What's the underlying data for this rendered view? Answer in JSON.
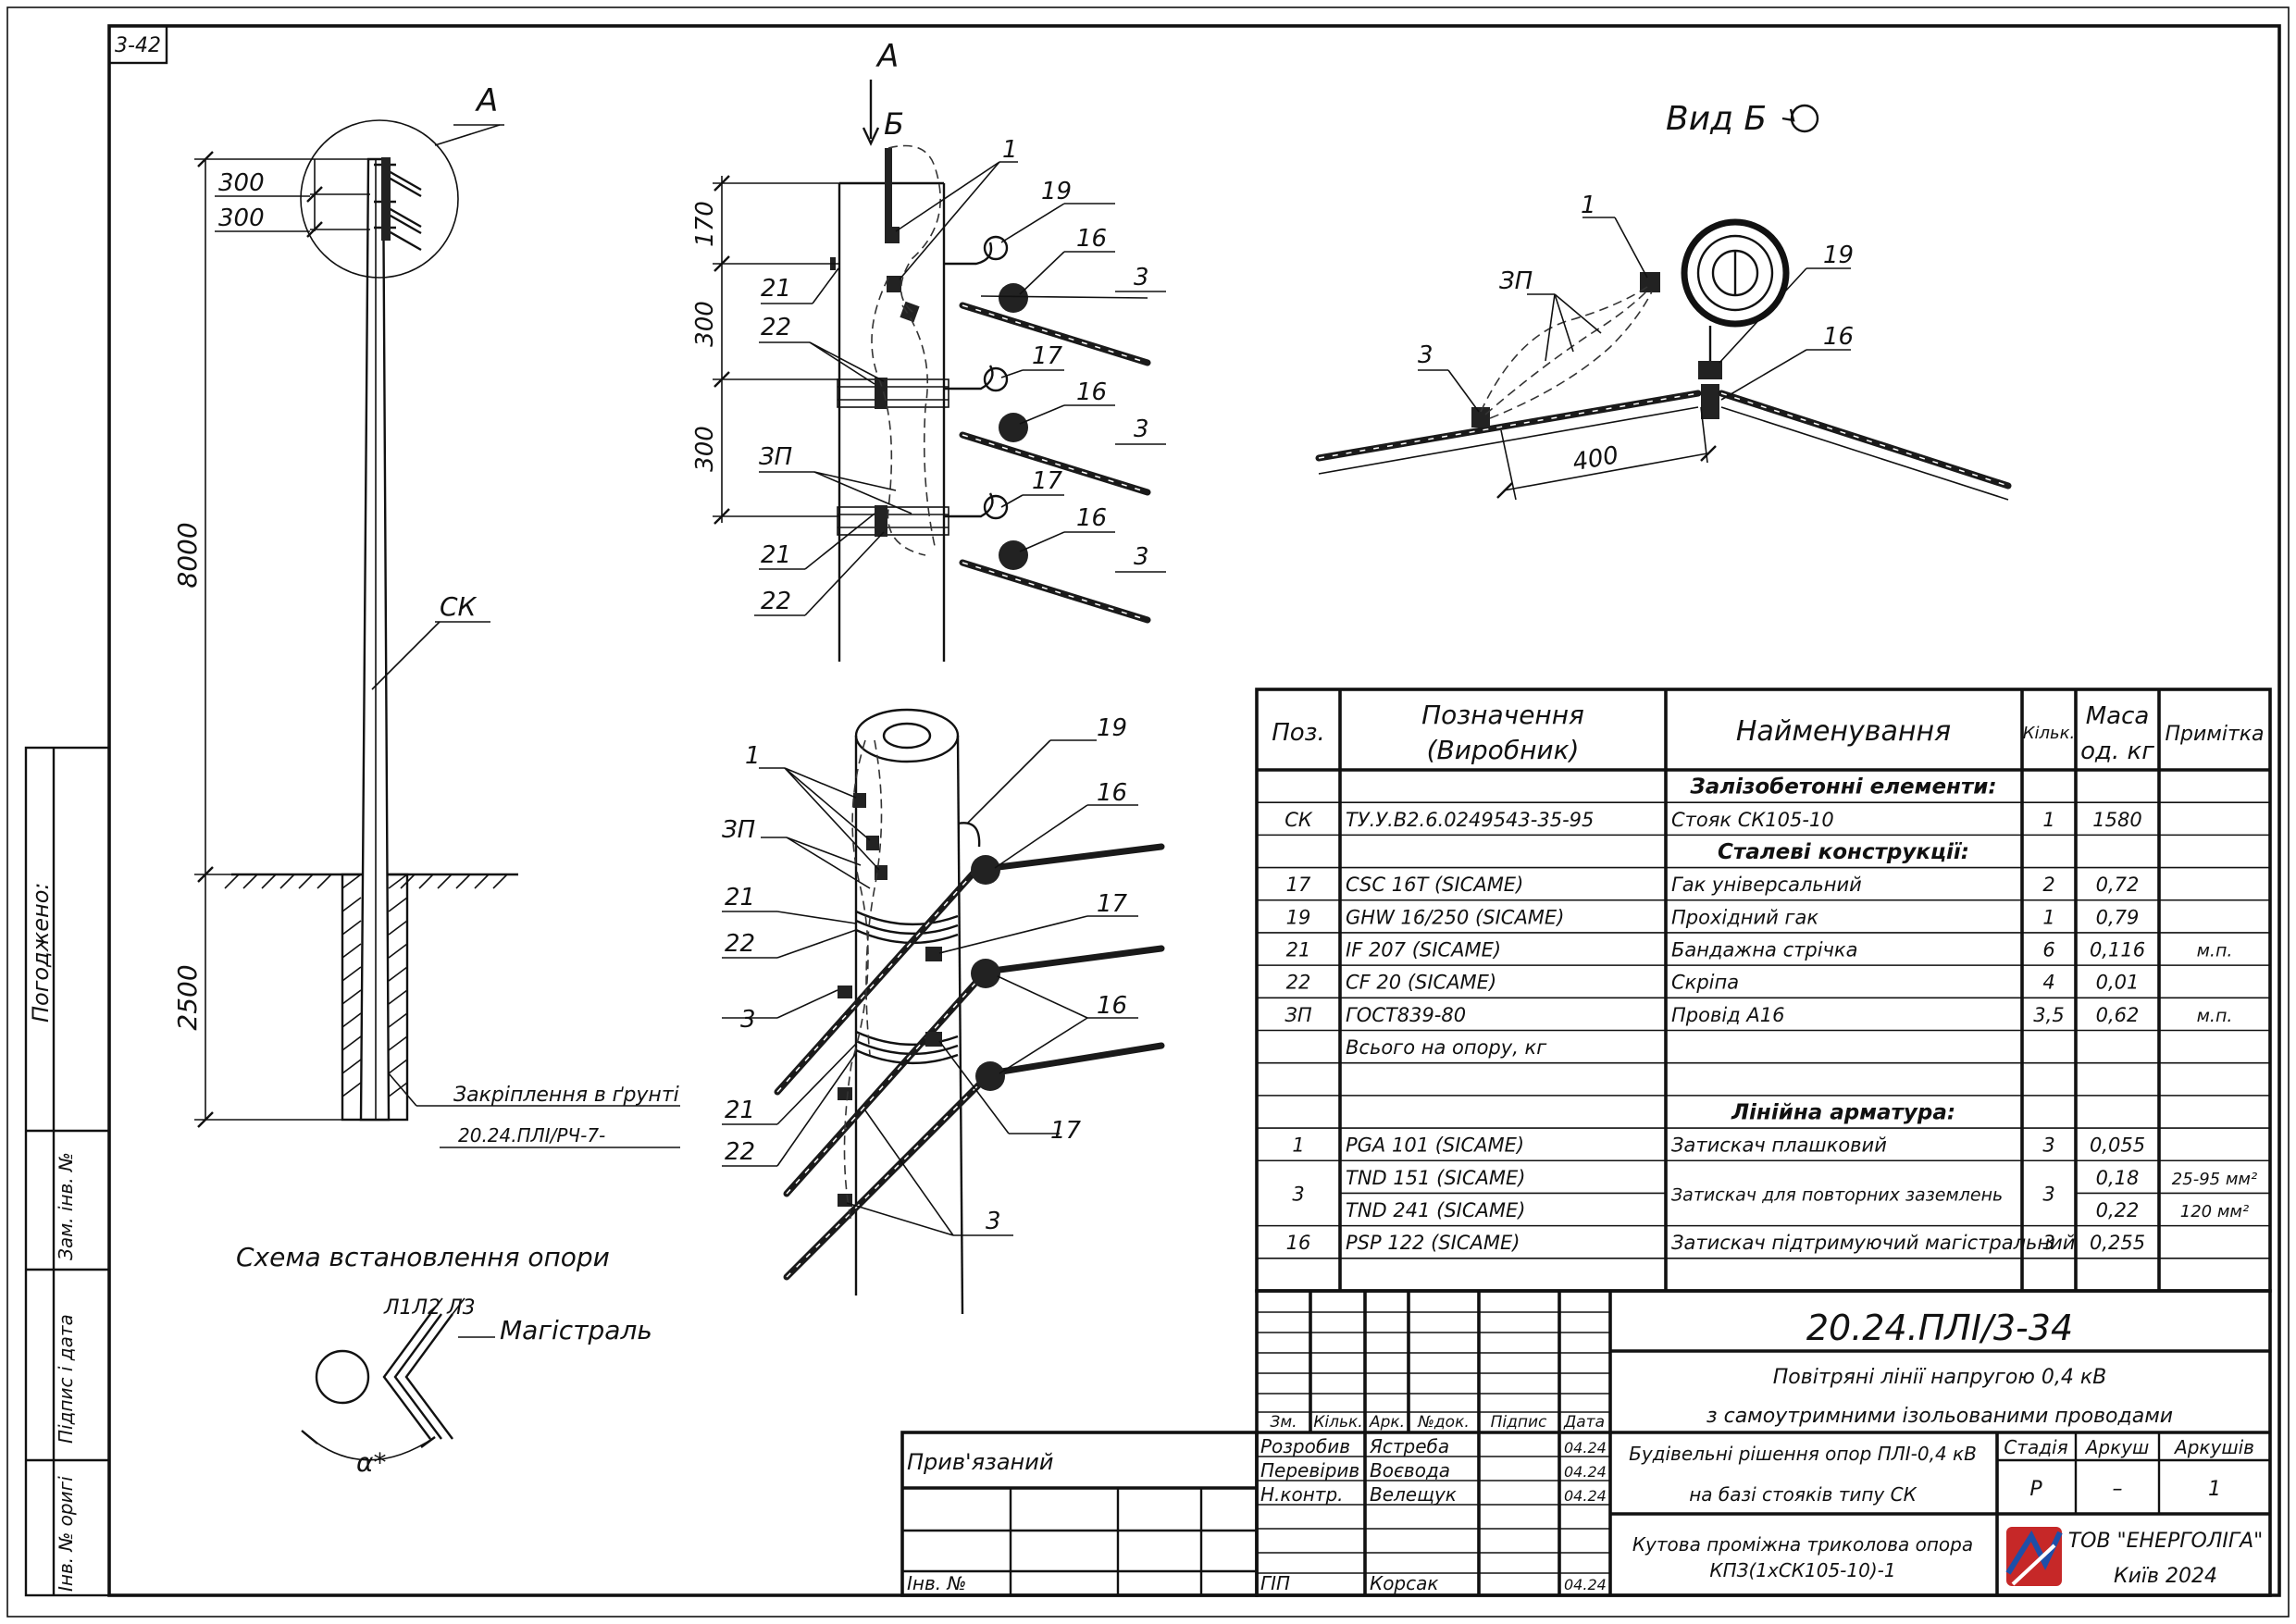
{
  "sheet_code": "3-42",
  "approval_label": "Погоджено:",
  "side_stamp": {
    "labels": [
      "Зам. інв. №",
      "Підпис і дата",
      "Інв. № оригі"
    ]
  },
  "main_view": {
    "callout": "А",
    "dims": {
      "top1": "300",
      "top2": "300",
      "height": "8000",
      "depth": "2500"
    },
    "pole_label": "СК",
    "ground_fix_label": "Закріплення в ґрунті",
    "ground_fix_ref": "20.24.ПЛІ/РЧ-7-"
  },
  "detail_a": {
    "view_label": "А",
    "sub_label": "Б",
    "dims": [
      "170",
      "300",
      "300"
    ],
    "labels": [
      "1",
      "19",
      "16",
      "3",
      "21",
      "22",
      "17",
      "16",
      "3",
      "ЗП",
      "17",
      "16",
      "21",
      "22",
      "3"
    ]
  },
  "iso_view": {
    "labels": [
      "1",
      "ЗП",
      "21",
      "22",
      "3",
      "21",
      "22",
      "19",
      "16",
      "17",
      "16",
      "17",
      "3"
    ]
  },
  "view_b": {
    "title": "Вид Б",
    "labels": {
      "l1": "1",
      "zp": "ЗП",
      "l3": "3",
      "l19": "19",
      "l16": "16",
      "dim": "400"
    }
  },
  "scheme": {
    "title": "Схема встановлення опори",
    "lines_label": "Л1Л2 Л3",
    "main_label": "Магістраль",
    "angle_label": "α*"
  },
  "spec_table": {
    "headers": {
      "pos": "Поз.",
      "designation_1": "Позначення",
      "designation_2": "(Виробник)",
      "name": "Найменування",
      "qty": "Кільк.",
      "mass_1": "Маса",
      "mass_2": "од. кг",
      "note": "Примітка"
    },
    "rows": [
      {
        "type": "section",
        "name": "Залізобетонні елементи:"
      },
      {
        "pos": "СК",
        "des": "ТУ.У.В2.6.0249543-35-95",
        "name": "Стояк СК105-10",
        "qty": "1",
        "mass": "1580",
        "note": ""
      },
      {
        "type": "section",
        "name": "Сталеві конструкції:"
      },
      {
        "pos": "17",
        "des": "CSC 16T   (SICAME)",
        "name": "Гак універсальний",
        "qty": "2",
        "mass": "0,72",
        "note": ""
      },
      {
        "pos": "19",
        "des": "GHW 16/250   (SICAME)",
        "name": "Прохідний гак",
        "qty": "1",
        "mass": "0,79",
        "note": ""
      },
      {
        "pos": "21",
        "des": "IF 207   (SICAME)",
        "name": "Бандажна стрічка",
        "qty": "6",
        "mass": "0,116",
        "note": "м.п."
      },
      {
        "pos": "22",
        "des": "CF 20   (SICAME)",
        "name": "Скріпа",
        "qty": "4",
        "mass": "0,01",
        "note": ""
      },
      {
        "pos": "ЗП",
        "des": "ГОСТ839-80",
        "name": "Провід А16",
        "qty": "3,5",
        "mass": "0,62",
        "note": "м.п."
      },
      {
        "pos": "",
        "des": "Всього на опору, кг",
        "name": "",
        "qty": "",
        "mass": "",
        "note": ""
      },
      {
        "pos": "",
        "des": "",
        "name": "",
        "qty": "",
        "mass": "",
        "note": ""
      },
      {
        "type": "section",
        "name": "Лінійна арматура:"
      },
      {
        "pos": "1",
        "des": "PGA  101   (SICAME)",
        "name": "Затискач плашковий",
        "qty": "3",
        "mass": "0,055",
        "note": ""
      },
      {
        "type": "double",
        "pos": "3",
        "des1": "TND  151   (SICAME)",
        "des2": "TND  241   (SICAME)",
        "name": "Затискач для повторних заземлень",
        "qty": "3",
        "mass1": "0,18",
        "mass2": "0,22",
        "note1": "25-95 мм²",
        "note2": "120 мм²"
      },
      {
        "pos": "16",
        "des": "PSP  122   (SICAME)",
        "name": "Затискач підтримуючий магістральний",
        "qty": "3",
        "mass": "0,255",
        "note": ""
      }
    ]
  },
  "title_block": {
    "doc_code": "20.24.ПЛІ/3-34",
    "project_line1": "Повітряні лінії напругою 0,4 кВ",
    "project_line2": "з самоутримними ізольованими проводами",
    "section_line1": "Будівельні рішення опор ПЛІ-0,4 кВ",
    "section_line2": "на базі стояків типу СК",
    "sheet_line1": "Кутова проміжна триколова опора",
    "sheet_line2": "КПЗ(1хСК105-10)-1",
    "col_headers": [
      "Зм.",
      "Кільк.",
      "Арк.",
      "№док.",
      "Підпис",
      "Дата"
    ],
    "people": [
      {
        "role": "Розробив",
        "name": "Ястреба",
        "date": "04.24"
      },
      {
        "role": "Перевірив",
        "name": "Воєвода",
        "date": "04.24"
      },
      {
        "role": "Н.контр.",
        "name": "Велещук",
        "date": "04.24"
      },
      {
        "role": "ГІП",
        "name": "Корсак",
        "date": "04.24"
      }
    ],
    "stage_header": "Стадія",
    "sheet_header": "Аркуш",
    "sheets_header": "Аркушів",
    "stage": "Р",
    "sheet": "–",
    "sheets": "1",
    "company": "ТОВ \"ЕНЕРГОЛІГА\"",
    "city_year": "Київ 2024",
    "bound_label": "Прив'язаний",
    "inv_label": "Інв. №"
  }
}
